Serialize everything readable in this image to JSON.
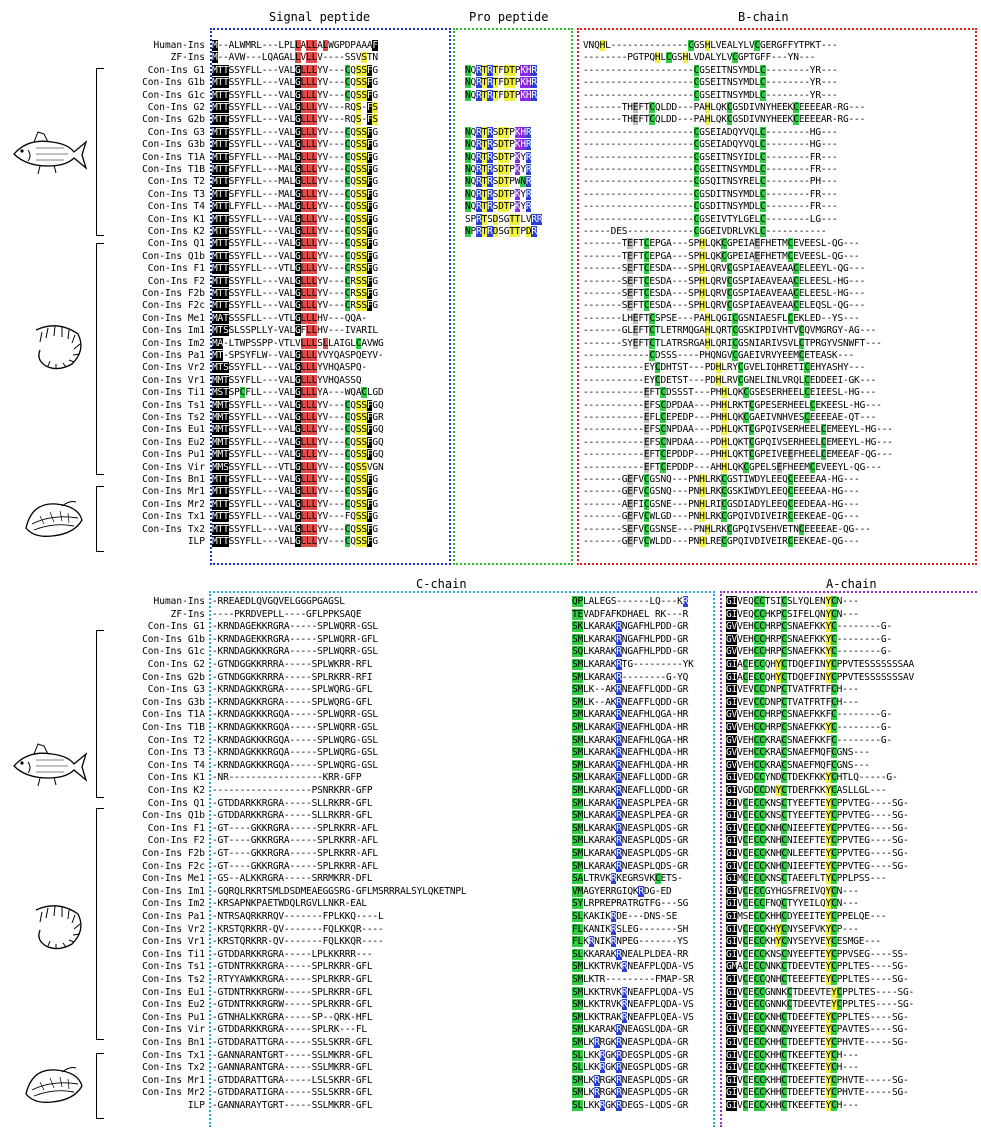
{
  "top": {
    "headers": {
      "signal": "Signal peptide",
      "pro": "Pro peptide",
      "bchain": "B-chain"
    },
    "rows": [
      {
        "label": "Human-Ins",
        "signal": "M--ALWMRL---LPLLALLALWGPDPAAAF",
        "pro": "",
        "bchain": "VNQHL--------------CGSHLVEALYLVCGERGFFYTPKT---"
      },
      {
        "label": "ZF-Ins",
        "signal": "M--AVW---LQAGALLVLLV----SSVSTN",
        "pro": "",
        "bchain": "--------PGTPQHLCGSHLVDALYLVCGPTGFF---YN---"
      },
      {
        "label": "Con-Ins G1",
        "signal": "MTTSSYFLL---VALGLLLYV---CQSSFG",
        "pro": "NQRTRTFDTPKHR",
        "bchain": "--------------------CGSEITNSYMDLC--------YR---"
      },
      {
        "label": "Con-Ins G1b",
        "signal": "MTTSSYFLL---VALGLLLYV---CQSSFG",
        "pro": "NQRTRTFDTPKHR",
        "bchain": "--------------------CGSEITNSYMDLC--------YR---"
      },
      {
        "label": "Con-Ins G1c",
        "signal": "MTTSSYFLL---VALGLLLYV---CQSSFG",
        "pro": "NQRTRTFDTPKHR",
        "bchain": "--------------------CGSEITNSYMDLC--------YR---"
      },
      {
        "label": "Con-Ins G2",
        "signal": "MTTSSYFLL---VALGLLLYV---RQS-FS",
        "pro": "",
        "bchain": "-------THEFTCQLDD---PAHLQKCGSDIVNYHEEKCEEEEAR-RG---"
      },
      {
        "label": "Con-Ins G2b",
        "signal": "MTTSSYFLL---VALGLLLYV---RQS-FS",
        "pro": "",
        "bchain": "-------THEFTCQLDD---PAHLQKCGSDIVNYHEEKCEEEEAR-RG---"
      },
      {
        "label": "Con-Ins G3",
        "signal": "MTTSSYFLL---VALGLLLYV---CQSSFG",
        "pro": "NQRTRSDTPKHR",
        "bchain": "--------------------CGSEIADQYVQLC--------HG---"
      },
      {
        "label": "Con-Ins G3b",
        "signal": "MTTSSYFLL---VALGLLLYV---CQSSFG",
        "pro": "NQRTRSDTPKHR",
        "bchain": "--------------------CGSEIADQYVQLC--------HG---"
      },
      {
        "label": "Con-Ins T1A",
        "signal": "MTTSFYFLL---MALGLLLYV---CQSSFG",
        "pro": "NQRTRSDTPKYR",
        "bchain": "--------------------CGSEITNSYIDLC--------FR---"
      },
      {
        "label": "Con-Ins T1B",
        "signal": "MTTSFYFLL---MALGLLLYV---CQSSFG",
        "pro": "NQRTRSDTPKYR",
        "bchain": "--------------------CGSEITNSYMDLC--------FR---"
      },
      {
        "label": "Con-Ins T2",
        "signal": "MTTSFYFLL---MALGLLLYV---CQSSFG",
        "pro": "NQRTRSDTPWNR",
        "bchain": "--------------------CGSQITNSYRELC--------PH---"
      },
      {
        "label": "Con-Ins T3",
        "signal": "MTTSFYFLL---MALGLLLYV---CQSSFG",
        "pro": "NQRTRSDTPKYR",
        "bchain": "--------------------CGSDITNSYMDLC--------FR---"
      },
      {
        "label": "Con-Ins T4",
        "signal": "MTTLFYFLL---MALGLLLYV---CQSSFG",
        "pro": "NQRTRSDTPKYR",
        "bchain": "--------------------CGSDITNSYMDLC--------FR---"
      },
      {
        "label": "Con-Ins K1",
        "signal": "MTTSSYFLL---VALGLLLYV---CQSSFG",
        "pro": "SPRTSDSGTTLVRR",
        "bchain": "--------------------CGSEIVTYLGELC--------LG---"
      },
      {
        "label": "Con-Ins K2",
        "signal": "MTTSSYFLL---VALGLLLYV---CQSSFG",
        "pro": "NPRTRDSGTTPDR",
        "bchain": "-----DES------------CGGEIVDRLVKLC-----------"
      },
      {
        "label": "Con-Ins Q1",
        "signal": "MTTSSYFLL---VALGLLLYV---CQSSFG",
        "pro": "",
        "bchain": "-------TEFTCEPGA---SPHLQKCGPEIAEFHETMCEVEESL-QG---"
      },
      {
        "label": "Con-Ins Q1b",
        "signal": "MTTSSYFLL---VALGLLLYV---CQSSFG",
        "pro": "",
        "bchain": "-------TEFTCEPGA---SPHLQKCGPEIAEFHETMCEVEESL-QG---"
      },
      {
        "label": "Con-Ins F1",
        "signal": "MTTSSYFLL---VTLGLLLYV---CRSSFG",
        "pro": "",
        "bchain": "-------SEFTCESDA---SPHLQRVCGSPIAEAVEAACELEEYL-QG---"
      },
      {
        "label": "Con-Ins F2",
        "signal": "MTTSSYFLL---VALGLLLYV---CRSSFG",
        "pro": "",
        "bchain": "-------SEFTCESDA---SPHLQRVCGSPIAEAVEAACELEESL-HG---"
      },
      {
        "label": "Con-Ins F2b",
        "signal": "MTTSSYFLL---VALGLLLYV---CRSSFG",
        "pro": "",
        "bchain": "-------SEFTCESDA---SPHLQRVCGSPIAEAVEAACELEESL-HG---"
      },
      {
        "label": "Con-Ins F2c",
        "signal": "MTTSSYFLL---VALGLLLYV---CRSSFG",
        "pro": "",
        "bchain": "-------SEFTCESDA---SPHLQRVCGSPIAEAVEAACELEQSL-QG---"
      },
      {
        "label": "Con-Ins Me1",
        "signal": "MATSSSFLL---VTLGLLLHV---QQA-",
        "pro": "",
        "bchain": "-------LHEFTCSPSE---PAHLQGICGSNIAESFLCEKLED--YS---"
      },
      {
        "label": "Con-Ins Im1",
        "signal": "MTSSLSSPLLY-VALGFLLHV---IVARIL",
        "pro": "",
        "bchain": "-------GLEFTCTLETRMQGAHLQRTCGSKIPDIVHTVCQVMGRGY-AG---"
      },
      {
        "label": "Con-Ins Im2",
        "signal": "MA-LTWPSSPP-VTLVLLLSLLAIGLCAVWG",
        "pro": "",
        "bchain": "-------SYEFTCTLATRSRGAHLQRICGSNIARIVSVLCTPRGYVSNWFT---"
      },
      {
        "label": "Con-Ins Pa1",
        "signal": "MT-SPSYFLW--VALGLLLYVYQASPQEYV-",
        "pro": "",
        "bchain": "------------CDSSS----PHQNGVCGAEIVRVYEEMCETEASK---"
      },
      {
        "label": "Con-Ins Vr2",
        "signal": "MTSSSYFLL---VALGLLLYVHQASPQ-",
        "pro": "",
        "bchain": "-----------EYCDHTST---PDHLRYCGVELIQHRETICEHYASHY---"
      },
      {
        "label": "Con-Ins Vr1",
        "signal": "MMTSSYFLL---VALGLLLYVHQASSQ",
        "pro": "",
        "bchain": "-----------EYCDETST---PDHLRVCGNELINLVRQLCEDDEEI-GK---"
      },
      {
        "label": "Con-Ins Ti1",
        "signal": "MSTSPCFLL---VALGLLLYA---WQACLGD",
        "pro": "",
        "bchain": "-----------EFTCDSSST---PHHLQKCGSESERHEELCEIEESL-HG---"
      },
      {
        "label": "Con-Ins Ts1",
        "signal": "MMTSSYFLL---VALGLLLYV---CQSSFGQ",
        "pro": "",
        "bchain": "-----------EFSCDPDAA---PHHLRKTCGPESERHEELCEKEESL-HG---"
      },
      {
        "label": "Con-Ins Ts2",
        "signal": "MMTSSYFLL---VALGLLLYV---CQSSFGR",
        "pro": "",
        "bchain": "-----------EFLCEPEDP---PHHLQKCGAEIVNHVESCEEEEAE-QT---"
      },
      {
        "label": "Con-Ins Eu1",
        "signal": "MMTSSYFLL---VALGLLLYV---CQSSFGQ",
        "pro": "",
        "bchain": "-----------EFSCNPDAA---PDHLQKTCGPQIVSERHEELCEMEEYL-HG---"
      },
      {
        "label": "Con-Ins Eu2",
        "signal": "MMTSSYFLL---VALGLLLYV---CQSSFGQ",
        "pro": "",
        "bchain": "-----------EFSCNPDAA---PDHLQKTCGPQIVSERHEELCEMEEYL-HG---"
      },
      {
        "label": "Con-Ins Pu1",
        "signal": "MMTSSYFLL---VALGLLLYV---CQSSFGQ",
        "pro": "",
        "bchain": "-----------EFTCEPDDP---PHHLQKTCGPEIVEEFHEELCEMEEAF-QG---"
      },
      {
        "label": "Con-Ins Vir",
        "signal": "MMSSSYFLL---VTLGLLLYV---CQSSVGN",
        "pro": "",
        "bchain": "-----------EFTCEPDDP---AHHLQKCGPELSEFHEEMCEVEEYL-QG---"
      },
      {
        "label": "Con-Ins Bn1",
        "signal": "MTTSSYFLL---VALGLLLYV---CQSSFG",
        "pro": "",
        "bchain": "-------GEFVCGSNQ---PNHLRKCGSTIWDYLEEQCEEEEAA-HG---"
      },
      {
        "label": "Con-Ins Mr1",
        "signal": "MTTSSYFLL---VALGLLLYV---CQSSFG",
        "pro": "",
        "bchain": "-------GEFVCGSNQ---PNHLRKCGSKIWDYLEEQCEEEEAA-HG---"
      },
      {
        "label": "Con-Ins Mr2",
        "signal": "MTTSSYFLL---VALGLLLYV---CQSSFG",
        "pro": "",
        "bchain": "-------AEFICGSNE---PNHLRICGSDIADYLEEQCEEDEAA-HG---"
      },
      {
        "label": "Con-Ins Tx1",
        "signal": "MTTSSYFLL---VALGLLLYV---FQSSFG",
        "pro": "",
        "bchain": "-------GEFVCWLGD---PNHLRKCGPQIVDIVEIRCEEKEAE-QG---"
      },
      {
        "label": "Con-Ins Tx2",
        "signal": "MTTSSYFLL---VALGLLLYV---CQSSFG",
        "pro": "",
        "bchain": "-------SEFVCGSNSE---PNHLRKCGPQIVSEHVETNCEEEEAE-QG---"
      },
      {
        "label": "ILP",
        "signal": "MTTSSYFLL---VALGLLLYV---CQSSFG",
        "pro": "",
        "bchain": "-------GEFVCWLDD---PNHLRECGPQIVDIVEIRCEEKEAE-QG---"
      }
    ]
  },
  "bottom": {
    "headers": {
      "cchain": "C-chain",
      "achain": "A-chain"
    },
    "rows": [
      {
        "label": "Human-Ins",
        "c1": "-RREAEDLQVGQVELGGGPGAGSL",
        "c2": "QPLALEGS------LQ---KR",
        "achain": "GIVEQCCTSICSLYQLENYCN---"
      },
      {
        "label": "ZF-Ins",
        "c1": "----PKRDVEPLL----GFLPPKSAQE",
        "c2": "TEVADFAFKDHAEL RK---R",
        "achain": "GIVEQCCHKPCSIFELQNYCN---"
      },
      {
        "label": "Con-Ins G1",
        "c1": "-KRNDAGEKKRGRA-----SPLWQRR-GSL",
        "c2": "SKLKARAKRNGAFHLPDD-GR",
        "achain": "GVVEHCCHRPCSNAEFKKYC--------G-"
      },
      {
        "label": "Con-Ins G1b",
        "c1": "-KRNDAGEKKRGRA-----SPLWQRR-GFL",
        "c2": "SMLKARAKRNGAFHLPDD-GR",
        "achain": "GVVEHCCHRPCSNAEFKKYC--------G-"
      },
      {
        "label": "Con-Ins G1c",
        "c1": "-KRNDAGKKKRGRA-----SPLWQRR-GSL",
        "c2": "SQLKARAKRNGAFHLPDD-GR",
        "achain": "GVVEHCCHRPCSNAEFKKYC--------G-"
      },
      {
        "label": "Con-Ins G2",
        "c1": "-GTNDGGKKRRRA-----SPLWKRR-RFL",
        "c2": "SMLKARAKRTG---------YK",
        "achain": "GIACECCQHYCTDQEFINYCPPVTESSSSSSSAA"
      },
      {
        "label": "Con-Ins G2b",
        "c1": "-GTNDGGKKRRRA-----SPLRKRR-RFI",
        "c2": "SMLKARAKR--------G-YQ",
        "achain": "GIACECCQHYCTDQEFINYCPPVTESSSSSSSAV"
      },
      {
        "label": "Con-Ins G3",
        "c1": "-KRNDAGKKRGRA-----SPLWQRG-GFL",
        "c2": "SMLK--AKRNEAFFLQDD-GR",
        "achain": "GIVEVCCDNPCTVATFRTFCH---"
      },
      {
        "label": "Con-Ins G3b",
        "c1": "-KRNDAGKKRGRA-----SPLWQRG-GFL",
        "c2": "SMLK--AKRNEAFFLQDD-GR",
        "achain": "GIVEVCCDNPCTVATFRTFCH---"
      },
      {
        "label": "Con-Ins T1A",
        "c1": "-KRNDAGKKKRGQA-----SPLWQRR-GSL",
        "c2": "SMLKARAKRNEAFHLQGA-HR",
        "achain": "GVVEHCCHRPCSNAEFKKFC--------G-"
      },
      {
        "label": "Con-Ins T1B",
        "c1": "-KRNDAGKKKRGQA-----SPLWQRR-GSL",
        "c2": "SMLKARAKRNEAFHLQDA-HR",
        "achain": "GVVEHCCHRPCSNAEFKKYC--------G-"
      },
      {
        "label": "Con-Ins T2",
        "c1": "-KRNDAGKKKRGQA-----SPLWQRG-GSL",
        "c2": "SMLKARAKRNEAFHLQGA-HR",
        "achain": "GVVEHCCKRACSNAEFKKFC--------G-"
      },
      {
        "label": "Con-Ins T3",
        "c1": "-KRNDAGKKKRGQA-----SPLWQRG-GSL",
        "c2": "SMLKARAKRNEAFHLQDA-HR",
        "achain": "GVVEHCCKRACSNAEFMQFCGNS---"
      },
      {
        "label": "Con-Ins T4",
        "c1": "-KRNDAGKKKRGQA-----SPLWQRG-GSL",
        "c2": "SMLKARAKRNEAFHLQDA-HR",
        "achain": "GVVEHCCKRACSNAEFMQFCGNS---"
      },
      {
        "label": "Con-Ins K1",
        "c1": "-NR-----------------KRR-GFP",
        "c2": "SMLKARAKRNEAFLLQDD-GR",
        "achain": "GIVEDCCYNDCTDEKFKKYCHTLQ-----G-"
      },
      {
        "label": "Con-Ins K2",
        "c1": "------------------PSNRKRR-GFP",
        "c2": "SMLKARAKRNEAFLLQDD-GR",
        "achain": "GIVGDCCDNYCTDERFKKYCASLLGL---"
      },
      {
        "label": "Con-Ins Q1",
        "c1": "-GTDDARKKRGRA-----SLLRKRR-GFL",
        "c2": "SMLKARAKRNEASPLPEA-GR",
        "achain": "GIVCECCKNSCTYEEFTEYCPPVTEG----SG-"
      },
      {
        "label": "Con-Ins Q1b",
        "c1": "-GTDDARKKRGRA-----SLLRKRR-GFL",
        "c2": "SMLKARAKRNEASPLPEA-GR",
        "achain": "GIVCECCKNSCTYEEFTEYCPPVTEG----SG-"
      },
      {
        "label": "Con-Ins F1",
        "c1": "-GT----GKKRGRA-----SPLRKRR-AFL",
        "c2": "SMLKARAKRNEASPLQDS-GR",
        "achain": "GIVCECCKNHCNIEEFTEYCPPVTEG----SG-"
      },
      {
        "label": "Con-Ins F2",
        "c1": "-GT----GKKRGRA-----SPLRKRR-AFL",
        "c2": "SMLKARAKRNEASPLQDS-GR",
        "achain": "GIVCECCKNHCNIEEFTEYCPPVTEG----SG-"
      },
      {
        "label": "Con-Ins F2b",
        "c1": "-GT----GKKRGRA-----SPLRKRR-AFL",
        "c2": "SMLKARAKRNEASPLQDS-GR",
        "achain": "GIVCECCKNHCNLEEFTEYCPPVTEG----SG-"
      },
      {
        "label": "Con-Ins F2c",
        "c1": "-GT----GKKRGRA-----SPLRKRR-AFL",
        "c2": "SMLKARAKRNEASPLQDS-GR",
        "achain": "GIVCECCKNHCNIEEFTEYCPPVTEG----SG-"
      },
      {
        "label": "Con-Ins Me1",
        "c1": "-GS--ALKKRGRA-----SRRMKRR-DFL",
        "c2": "SALTRVKRKEGRSVKCETS-",
        "achain": "GIMCECCKNSCTAEEFLTYCPPLPSS---"
      },
      {
        "label": "Con-Ins Im1",
        "c1": "-GQRQLRKRTSMLDSDMEAEGGSRG-GFLMSRRRALSYLQKETNPL",
        "c2": "VMAGYERRGIQKRDG-ED",
        "achain": "GIVCECCGYHGSFREIVQYCN---"
      },
      {
        "label": "Con-Ins Im2",
        "c1": "-KRSAPNKPAETWDQLRGVLLNKR-EAL",
        "c2": "SYLRPREPRATRGTFG---SG",
        "achain": "GIVCECCFNQCTYYEILQYCN---"
      },
      {
        "label": "Con-Ins Pa1",
        "c1": "-NTRSAQRKRRQV-------FPLKKQ----L",
        "c2": "SLKAKIKRDE---DNS-SE",
        "achain": "GIMSECCKHHCDYEEITEYCPPELQE---"
      },
      {
        "label": "Con-Ins Vr2",
        "c1": "-KRSTQRKRR-QV-------FQLKKQR----",
        "c2": "FLKANIKRSLEG-------SH",
        "achain": "GIVCECCKHYCNYSEFVKYCP---"
      },
      {
        "label": "Con-Ins Vr1",
        "c1": "-KRSTQRKRR-QV-------FQLKKQR----",
        "c2": "FLKRNIKRNPEG-------YS",
        "achain": "GIVCECCKHYCNYSEYVEYCESMGE---"
      },
      {
        "label": "Con-Ins Ti1",
        "c1": "-GTDDARKKRGRA-----LPLKKRRR---",
        "c2": "SLKKARAKRNEALPLDEA-RR",
        "achain": "GIVCECCKNSCNYEEFTEYCPPVSEG----SS-"
      },
      {
        "label": "Con-Ins Ts1",
        "c1": "-GTDNTRKKRGRA-----SPLRKRR-GFL",
        "c2": "SMLKKTRVKRNEAFPLQDA-VS",
        "achain": "GMACECCNNKCTDEEVTEYCPPLTES----SG-"
      },
      {
        "label": "Con-Ins Ts2",
        "c1": "-RTYYAWKKRGRA-----SPLRKRR-GFL",
        "c2": "SMLKTR---------FMAP-SR",
        "achain": "GIVCECCQNHCTEEEFTEYCPPLTES----SG-"
      },
      {
        "label": "Con-Ins Eu1",
        "c1": "-GTDNTRKKRGRW-----SPLRKRR-GFL",
        "c2": "SMLKKTRVKRNEAFPLQDA-VS",
        "achain": "GIVCECCGNNKCTDEEVTEYCPPLTES----SG-"
      },
      {
        "label": "Con-Ins Eu2",
        "c1": "-GTDNTRKKRGRW-----SPLRKRR-GFL",
        "c2": "SMLKKTRVKRNEAFPLQDA-VS",
        "achain": "GIVCECCGNNKCTDEEVTEYCPPLTES----SG-"
      },
      {
        "label": "Con-Ins Pu1",
        "c1": "-GTNHALKKRGRA-----SP--QRK-HFL",
        "c2": "SMLKKTRAKRNEAFPLQEA-VS",
        "achain": "GIVCECCKNHCTDEEFTEYCPPLTES----SG-"
      },
      {
        "label": "Con-Ins Vir",
        "c1": "-GTDDARKKRGRA-----SPLRK---FL",
        "c2": "SMLKARAKRNEAGSLQDA-GR",
        "achain": "GIVCECCKNNCNYEEFTEYCPAVTES----SG-"
      },
      {
        "label": "Con-Ins Bn1",
        "c1": "-GTDDARATTGRA-----SSLSKRR-GFL",
        "c2": "SMLKRRGKRNEASPLQDA-GR",
        "achain": "GIVCECCKHHCTDEEFTEYCPHVTE-----SG-"
      },
      {
        "label": "Con-Ins Tx1",
        "c1": "-GANNARANTGRT-----SSLMKRR-GFL",
        "c2": "SLLKKRGKRDEGSPLQDS-GR",
        "achain": "GIVCECCKHHCTKEEFTEYCH---"
      },
      {
        "label": "Con-Ins Tx2",
        "c1": "-GANNARANTGRA-----SSLMKRR-GFL",
        "c2": "SLLKKRGKRNEGSPLQDS-GR",
        "achain": "GIVCECCKHHCTKEEFTEYCH---"
      },
      {
        "label": "Con-Ins Mr1",
        "c1": "-GTDDARATTGRA-----LSLSKRR-GFL",
        "c2": "SMLKRRGKRNEASPLQDS-GR",
        "achain": "GIVCECCKHHCTDEEFTEYCPHVTE-----SG-"
      },
      {
        "label": "Con-Ins Mr2",
        "c1": "-GTDDARATIGRA-----SSLSKRR-GFL",
        "c2": "SMLKRRGKRNEASPLQDS-GR",
        "achain": "GIVCECCKHHCTDEEFTEYCPHVTE-----SG-"
      },
      {
        "label": "ILP",
        "c1": "-GANNARAYTGRT-----SSLMKRR-GFL",
        "c2": "SLLKKRGKRDEGS-LQDS-GR",
        "achain": "GIVCECCKHHCTKEEFTEYCH---"
      }
    ]
  },
  "colors": {
    "signal_box": "#1a2fd0",
    "pro_box": "#22c022",
    "bchain_box": "#e02020",
    "cchain_box": "#29a8e0",
    "achain_box": "#9b30c8"
  }
}
